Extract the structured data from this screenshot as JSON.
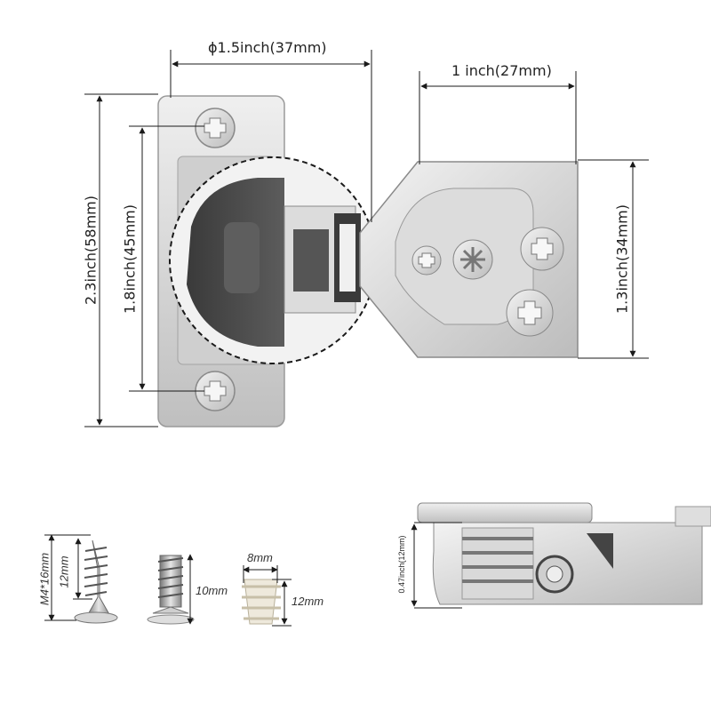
{
  "dimensions": {
    "cup_diameter": "ϕ1.5inch(37mm)",
    "arm_width": "1 inch(27mm)",
    "plate_height": "2.3inch(58mm)",
    "hole_spacing": "1.8inch(45mm)",
    "arm_height": "1.3inch(34mm)",
    "side_thickness": "0.47inch(12mm)"
  },
  "accessories": {
    "wood_screw_size": "M4*16mm",
    "wood_screw_thread": "12mm",
    "machine_screw_length": "10mm",
    "dowel_diameter": "8mm",
    "dowel_length": "12mm"
  },
  "colors": {
    "metal_light": "#e6e6e6",
    "metal_mid": "#c4c4c4",
    "metal_dark": "#8d8d8d",
    "cup_gray": "#4a4a4a",
    "nylon": "#eee9dc",
    "line": "#1a1a1a"
  }
}
